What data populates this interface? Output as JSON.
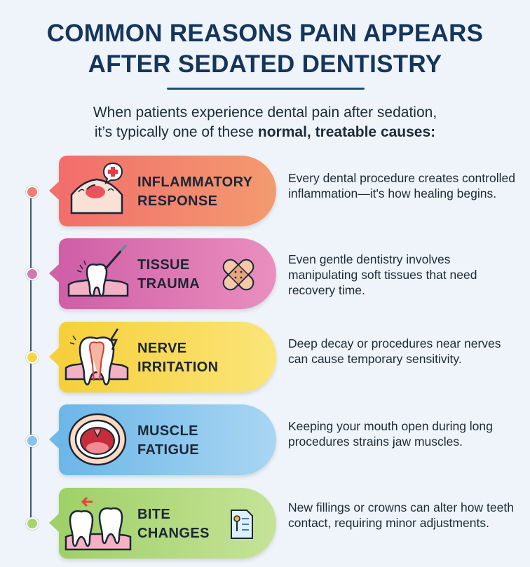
{
  "header": {
    "title_line1": "COMMON REASONS PAIN APPEARS",
    "title_line2": "AFTER SEDATED DENTISTRY",
    "intro_line1": "When patients experience dental pain after sedation,",
    "intro_line2_prefix": "it’s typically one of these ",
    "intro_line2_bold": "normal, treatable causes:"
  },
  "colors": {
    "title": "#15355a",
    "timeline": "#41576c"
  },
  "causes": [
    {
      "label_line1": "INFLAMMATORY",
      "label_line2": "RESPONSE",
      "description": "Every dental procedure creates controlled inflammation—it's how healing begins.",
      "icons": [
        "inflamed-gum-icon",
        "medical-cross-badge-icon"
      ],
      "color": "#f07e6c"
    },
    {
      "label_line1": "TISSUE",
      "label_line2": "TRAUMA",
      "description": "Even gentle dentistry involves manipulating soft tissues that need recovery time.",
      "icons": [
        "tooth-with-probe-icon",
        "bandage-icon"
      ],
      "color": "#e07bb3"
    },
    {
      "label_line1": "NERVE",
      "label_line2": "IRRITATION",
      "description": "Deep decay or procedures near nerves can cause temporary sensitivity.",
      "icons": [
        "tooth-nerve-lightning-icon"
      ],
      "color": "#f8dd5a"
    },
    {
      "label_line1": "MUSCLE",
      "label_line2": "FATIGUE",
      "description": "Keeping your mouth open during long procedures strains jaw muscles.",
      "icons": [
        "open-mouth-icon"
      ],
      "color": "#8fc7ec"
    },
    {
      "label_line1": "BITE",
      "label_line2": "CHANGES",
      "description": "New fillings or crowns can alter how teeth contact, requiring minor adjustments.",
      "icons": [
        "teeth-bite-arrow-icon",
        "document-checklist-icon"
      ],
      "color": "#b0d878"
    }
  ]
}
